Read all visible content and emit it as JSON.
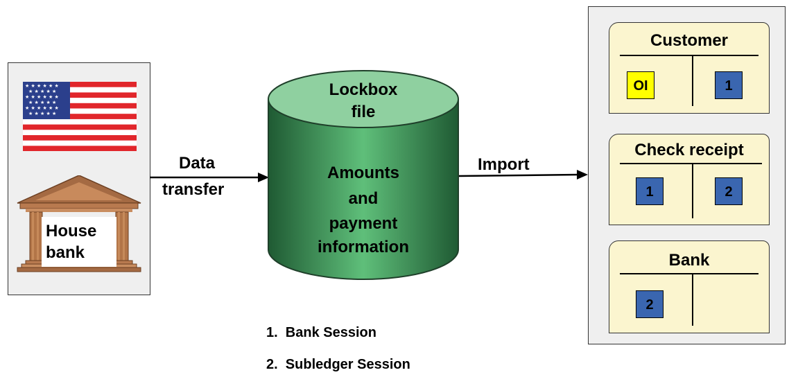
{
  "house_bank": {
    "label_line1": "House",
    "label_line2": "bank"
  },
  "arrow_left": {
    "line1": "Data",
    "line2": "transfer"
  },
  "cylinder": {
    "title_line1": "Lockbox",
    "title_line2": "file",
    "body_line1": "Amounts",
    "body_line2": "and",
    "body_line3": "payment",
    "body_line4": "information"
  },
  "arrow_right": {
    "label": "Import"
  },
  "accounts": {
    "customer": {
      "title": "Customer",
      "left_box": "OI",
      "right_box": "1"
    },
    "check_receipt": {
      "title": "Check receipt",
      "left_box": "1",
      "right_box": "2"
    },
    "bank": {
      "title": "Bank",
      "left_box": "2"
    }
  },
  "legend": {
    "item1": "1.  Bank Session",
    "item2": "2.  Subledger Session"
  },
  "colors": {
    "cylinder_body": "#3d8c55",
    "cylinder_top": "#8fd0a0",
    "account_bg": "#fbf5cf",
    "box_blue": "#3a66b0",
    "box_yellow": "#ffff00",
    "panel_bg": "#efefef"
  }
}
